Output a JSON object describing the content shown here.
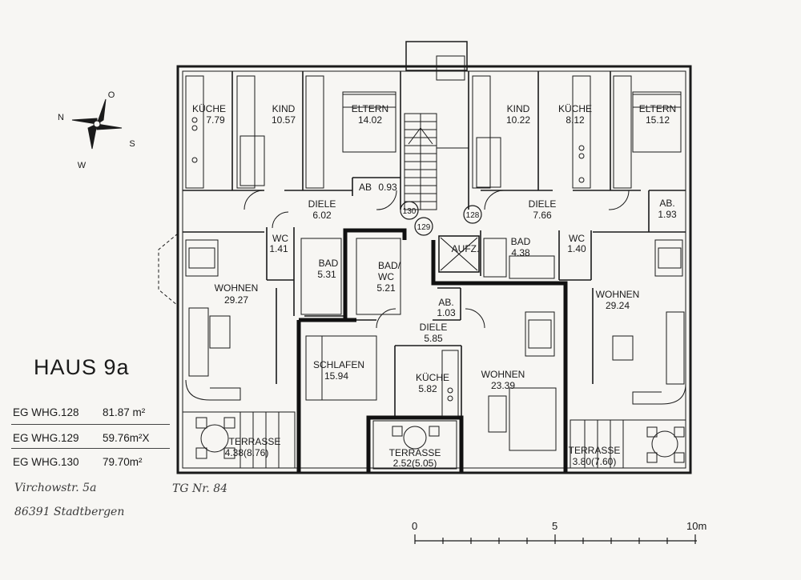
{
  "building_title": "HAUS 9a",
  "units": [
    {
      "label": "EG WHG.128",
      "area": "81.87 m²"
    },
    {
      "label": "EG WHG.129",
      "area": "59.76m²"
    },
    {
      "label": "EG WHG.130",
      "area": "79.70m²"
    }
  ],
  "unit_mark": "X",
  "address": {
    "street": "Virchowstr. 5a",
    "city": "86391 Stadtbergen",
    "garage": "TG Nr. 84"
  },
  "scale": {
    "ticks": [
      "0",
      "5",
      "10m"
    ]
  },
  "compass": {
    "n": "N",
    "o": "O",
    "s": "S",
    "w": "W"
  },
  "rooms": {
    "kueche_l": {
      "name": "KÜCHE",
      "area": "7.79"
    },
    "kind_l": {
      "name": "KIND",
      "area": "10.57"
    },
    "eltern_l": {
      "name": "ELTERN",
      "area": "14.02"
    },
    "ab_l": {
      "name": "AB",
      "area": "0.93"
    },
    "kind_r": {
      "name": "KIND",
      "area": "10.22"
    },
    "kueche_r": {
      "name": "KÜCHE",
      "area": "8.12"
    },
    "eltern_r": {
      "name": "ELTERN",
      "area": "15.12"
    },
    "diele_l": {
      "name": "DIELE",
      "area": "6.02"
    },
    "diele_r": {
      "name": "DIELE",
      "area": "7.66"
    },
    "ab_r": {
      "name": "AB.",
      "area": "1.93"
    },
    "wc_l": {
      "name": "WC",
      "area": "1.41"
    },
    "bad_l": {
      "name": "BAD",
      "area": "5.31"
    },
    "badwc": {
      "name": "BAD/",
      "name2": "WC",
      "area": "5.21"
    },
    "aufz": {
      "name": "AUFZ."
    },
    "bad_r": {
      "name": "BAD",
      "area": "4.38"
    },
    "wc_r": {
      "name": "WC",
      "area": "1.40"
    },
    "wohnen_l": {
      "name": "WOHNEN",
      "area": "29.27"
    },
    "ab_m": {
      "name": "AB.",
      "area": "1.03"
    },
    "diele_m": {
      "name": "DIELE",
      "area": "5.85"
    },
    "wohnen_r": {
      "name": "WOHNEN",
      "area": "29.24"
    },
    "schlafen": {
      "name": "SCHLAFEN",
      "area": "15.94"
    },
    "kueche_m": {
      "name": "KÜCHE",
      "area": "5.82"
    },
    "wohnen_m": {
      "name": "WOHNEN",
      "area": "23.39"
    },
    "terrasse_l": {
      "name": "TERRASSE",
      "area": "4.38(8.76)"
    },
    "terrasse_m": {
      "name": "TERRASSE",
      "area": "2.52(5.05)"
    },
    "terrasse_r": {
      "name": "TERRASSE",
      "area": "3.80(7.60)"
    }
  },
  "unit_numbers": [
    "130",
    "129",
    "128"
  ]
}
